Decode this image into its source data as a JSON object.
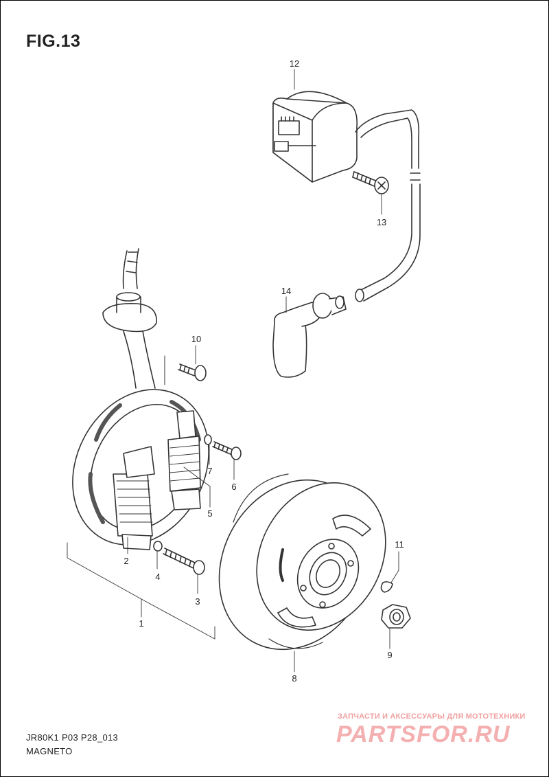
{
  "figure": {
    "title": "FIG.13"
  },
  "callouts": [
    {
      "id": "callout-1",
      "label": "1"
    },
    {
      "id": "callout-2",
      "label": "2"
    },
    {
      "id": "callout-3",
      "label": "3"
    },
    {
      "id": "callout-4",
      "label": "4"
    },
    {
      "id": "callout-5",
      "label": "5"
    },
    {
      "id": "callout-6",
      "label": "6"
    },
    {
      "id": "callout-7",
      "label": "7"
    },
    {
      "id": "callout-8",
      "label": "8"
    },
    {
      "id": "callout-9",
      "label": "9"
    },
    {
      "id": "callout-10",
      "label": "10"
    },
    {
      "id": "callout-11",
      "label": "11"
    },
    {
      "id": "callout-12",
      "label": "12"
    },
    {
      "id": "callout-13",
      "label": "13"
    },
    {
      "id": "callout-14",
      "label": "14"
    }
  ],
  "footer": {
    "code": "JR80K1 P03 P28_013",
    "name": "MAGNETO"
  },
  "watermark": {
    "tagline": "ЗАПЧАСТИ И АКСЕССУАРЫ ДЛЯ МОТОТЕХНИКИ",
    "logo": "PARTSFOR.RU"
  }
}
